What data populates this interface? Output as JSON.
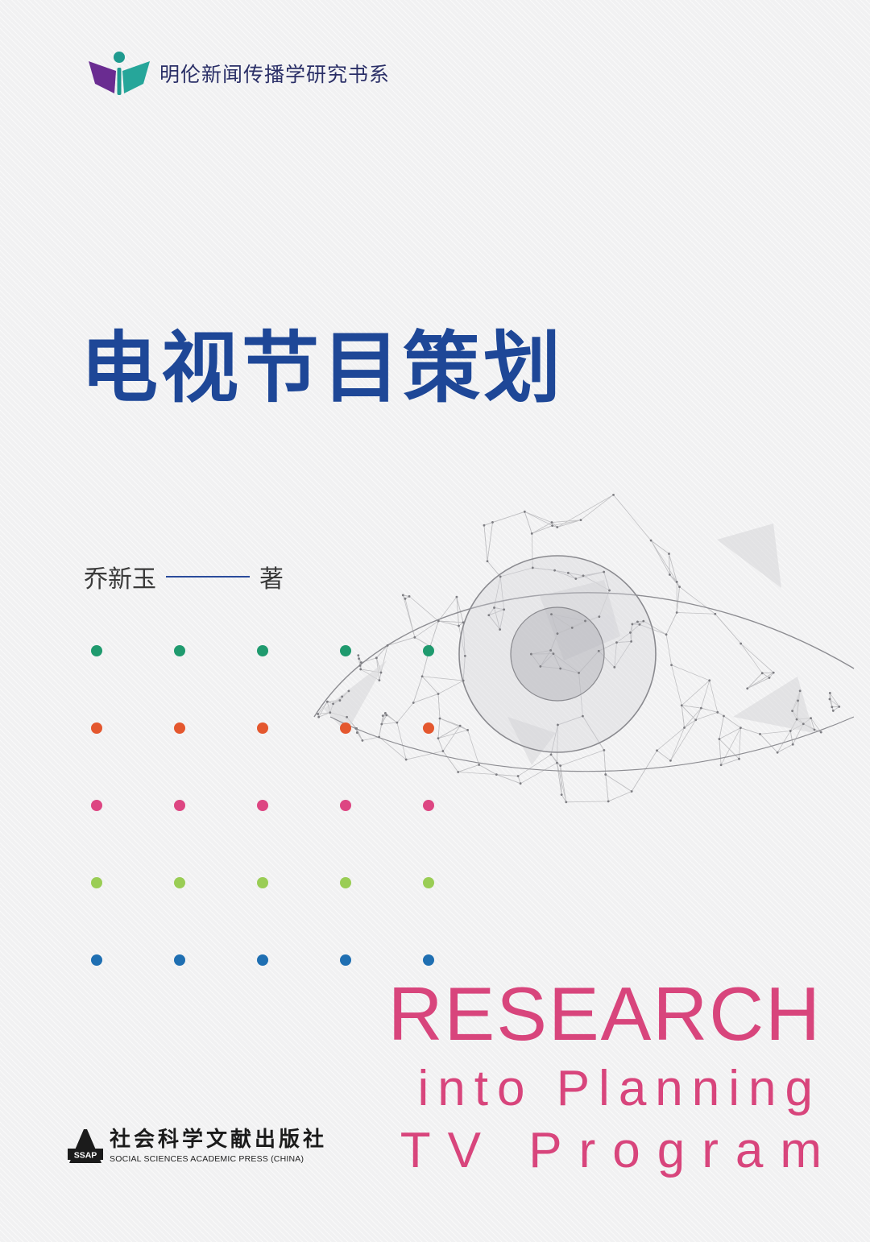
{
  "series": {
    "name": "明伦新闻传播学研究书系",
    "logo_icon": "book-reader-logo-icon",
    "logo_colors": [
      "#6a2c91",
      "#26a69a",
      "#1f9a8f"
    ]
  },
  "title": "电视节目策划",
  "author": {
    "name": "乔新玉",
    "role": "著"
  },
  "english_title": {
    "line1": "RESEARCH",
    "line2": "into Planning",
    "line3": "TV Program"
  },
  "publisher": {
    "logo_icon": "ssap-logo-icon",
    "logo_text": "SSAP",
    "name_cn": "社会科学文献出版社",
    "name_en": "SOCIAL SCIENCES ACADEMIC PRESS (CHINA)"
  },
  "decoration": {
    "eye_icon": "wireframe-eye-icon",
    "dot_rows": [
      {
        "color": "#1f9a6e",
        "count": 5
      },
      {
        "color": "#e4572e",
        "count": 5
      },
      {
        "color": "#dd4682",
        "count": 5
      },
      {
        "color": "#9acd55",
        "count": 5
      },
      {
        "color": "#1f6fb2",
        "count": 5
      }
    ]
  },
  "colors": {
    "background": "#f1f1f2",
    "title": "#1e4797",
    "english_title": "#d8457c",
    "series_text": "#2a2f67"
  }
}
